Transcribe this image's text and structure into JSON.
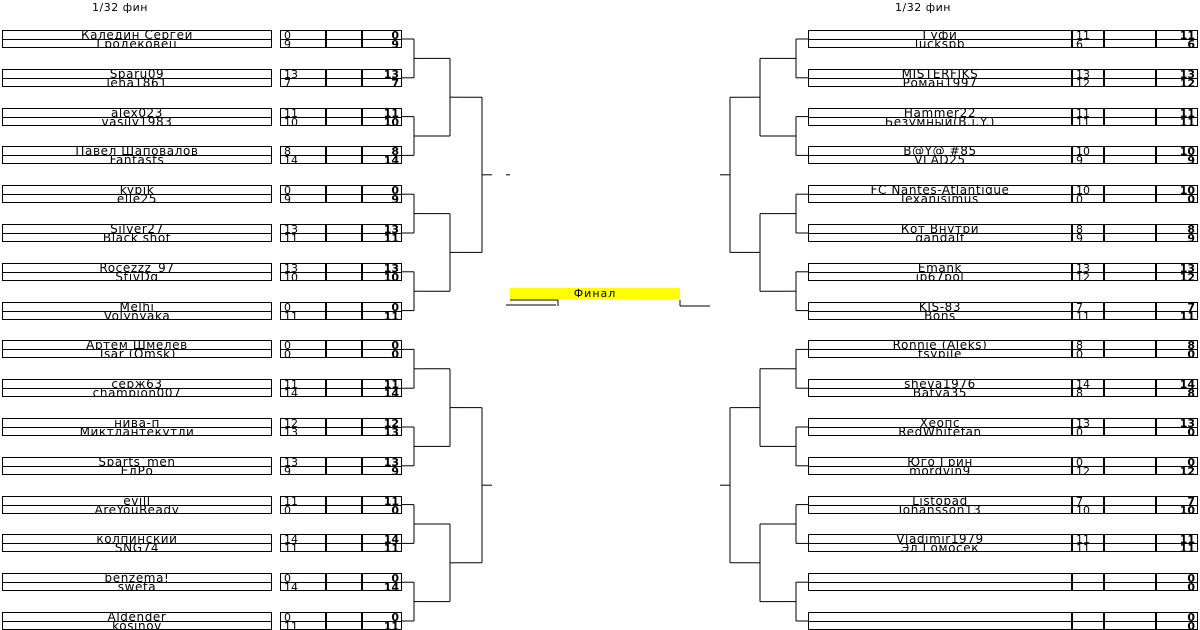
{
  "left_header": "1/32 фин",
  "right_header": "1/32 фин",
  "final_label": "Финал",
  "left_matches": [
    [
      [
        "Каледин Сергей",
        "0",
        "",
        "0"
      ],
      [
        "Гродековец",
        "9",
        "",
        "9"
      ]
    ],
    [
      [
        "Sparu09",
        "13",
        "",
        "13"
      ],
      [
        "leha1861",
        "7",
        "",
        "7"
      ]
    ],
    [
      [
        "alex023",
        "11",
        "",
        "11"
      ],
      [
        "vasily1983",
        "10",
        "",
        "10"
      ]
    ],
    [
      [
        "Павел Шаповалов",
        "8",
        "",
        "8"
      ],
      [
        "Fantasts",
        "14",
        "",
        "14"
      ]
    ],
    [
      [
        "kypik",
        "0",
        "",
        "0"
      ],
      [
        "elle25",
        "9",
        "",
        "9"
      ]
    ],
    [
      [
        "Silver27",
        "13",
        "",
        "13"
      ],
      [
        "Black shot",
        "11",
        "",
        "11"
      ]
    ],
    [
      [
        "Rocezzz_97",
        "13",
        "",
        "13"
      ],
      [
        "StivDg",
        "10",
        "",
        "10"
      ]
    ],
    [
      [
        "Melhi",
        "0",
        "",
        "0"
      ],
      [
        "Volynyaka",
        "11",
        "",
        "11"
      ]
    ],
    [
      [
        "Артем Шмелев",
        "0",
        "",
        "0"
      ],
      [
        "Tsar (Omsk)",
        "0",
        "",
        "0"
      ]
    ],
    [
      [
        "серж63",
        "11",
        "",
        "11"
      ],
      [
        "champion007",
        "14",
        "",
        "14"
      ]
    ],
    [
      [
        "нива-п",
        "12",
        "",
        "12"
      ],
      [
        "Миктлантекутли",
        "13",
        "",
        "13"
      ]
    ],
    [
      [
        "Sparts`men",
        "13",
        "",
        "13"
      ],
      [
        "ЕдРо",
        "9",
        "",
        "9"
      ]
    ],
    [
      [
        "evill",
        "11",
        "",
        "11"
      ],
      [
        "AreYouReady",
        "0",
        "",
        "0"
      ]
    ],
    [
      [
        "колпинский",
        "14",
        "",
        "14"
      ],
      [
        "SNG74",
        "11",
        "",
        "11"
      ]
    ],
    [
      [
        "benzema!",
        "0",
        "",
        "0"
      ],
      [
        "sweta",
        "14",
        "",
        "14"
      ]
    ],
    [
      [
        "Aldender",
        "0",
        "",
        "0"
      ],
      [
        "kosinov",
        "11",
        "",
        "11"
      ]
    ]
  ],
  "right_matches": [
    [
      [
        "Гуфи",
        "11",
        "",
        "11"
      ],
      [
        "luckspb",
        "6",
        "",
        "6"
      ]
    ],
    [
      [
        "MISTERFIKS",
        "13",
        "",
        "13"
      ],
      [
        "Роман1997",
        "12",
        "",
        "12"
      ]
    ],
    [
      [
        "Hammer22",
        "11",
        "",
        "11"
      ],
      [
        "Безумный(B.i.Y.)",
        "11",
        "",
        "11"
      ]
    ],
    [
      [
        "B@Y@ #85",
        "10",
        "",
        "10"
      ],
      [
        "VLAD25",
        "9",
        "",
        "9"
      ]
    ],
    [
      [
        "FC Nantes-Atlantique",
        "10",
        "",
        "10"
      ],
      [
        "lexanisimus",
        "0",
        "",
        "0"
      ]
    ],
    [
      [
        "Кот Внутри",
        "8",
        "",
        "8"
      ],
      [
        "gandalf",
        "9",
        "",
        "9"
      ]
    ],
    [
      [
        "Emank",
        "13",
        "",
        "13"
      ],
      [
        "ip67pol",
        "12",
        "",
        "12"
      ]
    ],
    [
      [
        "KIS-83",
        "7",
        "",
        "7"
      ],
      [
        "Bons",
        "11",
        "",
        "11"
      ]
    ],
    [
      [
        "Ronnie (Aleks)",
        "8",
        "",
        "8"
      ],
      [
        "tsypile",
        "0",
        "",
        "0"
      ]
    ],
    [
      [
        "sheva1976",
        "14",
        "",
        "14"
      ],
      [
        "Batya35",
        "8",
        "",
        "8"
      ]
    ],
    [
      [
        "Хеопс",
        "13",
        "",
        "13"
      ],
      [
        "RedWhitefan",
        "0",
        "",
        "0"
      ]
    ],
    [
      [
        "Юго Грин",
        "0",
        "",
        "0"
      ],
      [
        "mordvin9",
        "12",
        "",
        "12"
      ]
    ],
    [
      [
        "Listopad",
        "7",
        "",
        "7"
      ],
      [
        "Johansson13",
        "10",
        "",
        "10"
      ]
    ],
    [
      [
        "Vladimir1979",
        "11",
        "",
        "11"
      ],
      [
        "Эл Гомосек",
        "11",
        "",
        "11"
      ]
    ],
    [
      [
        "",
        "",
        "",
        "0"
      ],
      [
        "",
        "",
        "",
        "0"
      ]
    ],
    [
      [
        "",
        "",
        "",
        "0"
      ],
      [
        "",
        "",
        "",
        "0"
      ]
    ]
  ]
}
